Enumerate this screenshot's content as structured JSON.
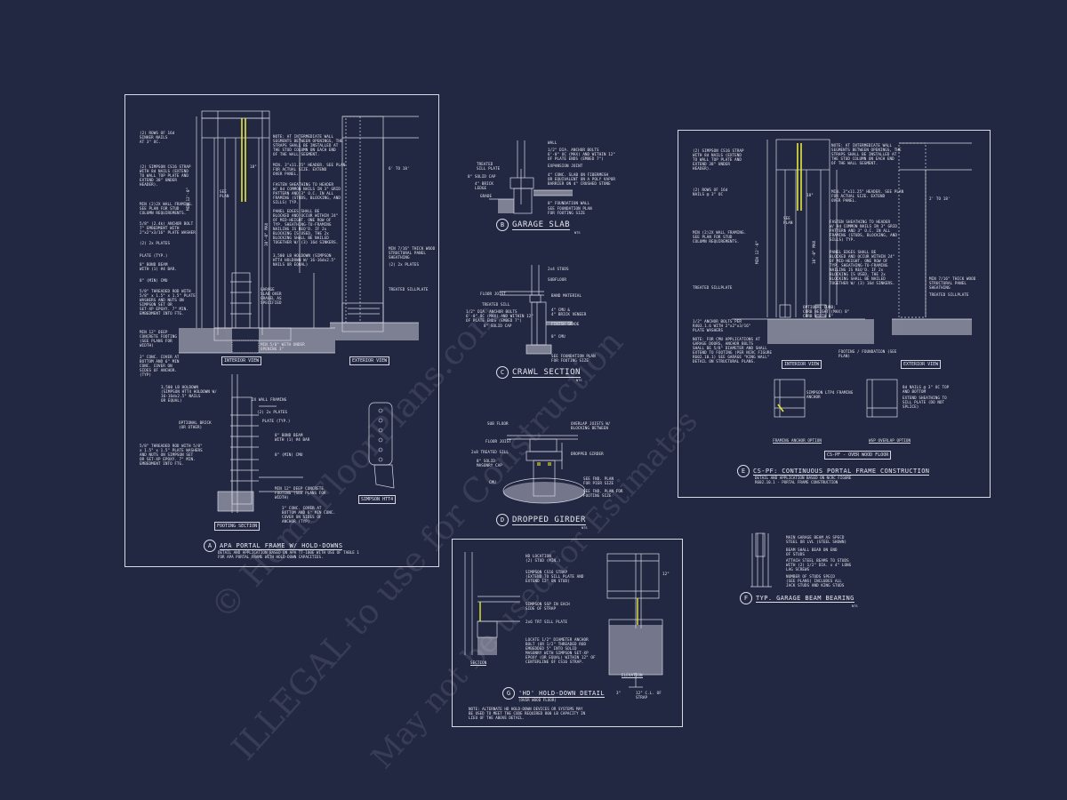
{
  "detail_a": {
    "badge": "A",
    "title": "APA PORTAL FRAME W/ HOLD-DOWNS",
    "subtitle": "DETAIL AND APPLICATION BASED ON APA TT-100E WITH USE OF TABLE 1\nFOR APA PORTAL FRAME WITH HOLD-DOWN CAPACITIES.",
    "interior_view": "INTERIOR VIEW",
    "exterior_view": "EXTERIOR VIEW",
    "footing_section": "FOOTING SECTION",
    "simpson_htt4": "SIMPSON HTT4",
    "notes_left": [
      "(2) ROWS OF 16d\nSINKER NAILS\nAT 3\" OC.",
      "(2) SIMPSON CS16 STRAP\nWITH 8d NAILS (EXTEND\nTO WALL TOP PLATE AND\nEXTEND 38\" UNDER\nHEADER).",
      "MIN (2)2X WALL FRAMING.\nSEE PLAN FOR STUD\nCOLUMN REQUIREMENTS.",
      "5/8\" (2.4k) ANCHOR BOLT\n7\" EMBEDMENT WITH\n2\"x2\"x3/16\" PLATE WASHER.",
      "(2) 2x PLATES",
      "PLATE (TYP.)",
      "8\" BOND BEAM\nWITH (1) #4 BAR.",
      "8\" (MIN) CMU",
      "5/8\" THREADED ROD WITH\n5/8\" x 1.5\" x 1.5\" PLATE\nWASHERS AND NUTS ON\nSIMPSON SET OR\nSET-XP EPOXY. 7\" MIN.\nEMBEDMENT INTO FTG.",
      "MIN 12\" DEEP\nCONCRETE FOOTING\n(SEE PLANS FOR\nWIDTH)",
      "3\" CONC. COVER AT\nBOTTOM AND 6\" MIN\nCONC. COVER ON\nSIDES OF ANCHOR.\n(TYP)"
    ],
    "notes_mid": [
      "NOTE: AT INTERMEDIATE WALL\nSEGMENTS BETWEEN OPENINGS, THE\nSTRAPS SHALL BE INSTALLED AT\nTHE STUD COLUMN ON EACH END\nOF THE WALL SEGMENT.",
      "MIN. 3\"x11.25\" HEADER. SEE PLAN\nFOR ACTUAL SIZE. EXTEND\nOVER PANEL.",
      "FASTEN SHEATHING TO HEADER\nW/ 8d COMMON NAILS IN 3\" GRID\nPATTERN AND 3\" O.C. IN ALL\nFRAMING (STUDS, BLOCKING, AND\nSILLS) TYP.",
      "PANEL EDGES SHALL BE\nBLOCKED AND OCCUR WITHIN 24\"\nOF MID-HEIGHT. ONE ROW OF\nTYP. SHEATHING-TO-FRAMING\nNAILING IS REQ'D. IF 2x\nBLOCKING IS USED, THE 2x\nBLOCKING SHALL BE NAILED\nTOGETHER W/ (3) 16d SINKERS.",
      "3,500 LB HOLDOWN (SIMPSON\nHTT4 HOLDOWN W/ 16-16dx2.5\"\nNAILS OR EQUAL)",
      "GARAGE\nSLAB OVER\nGRAVEL AS\nSPECIFIED",
      "MIN 5/8\" WITH UNDER\nOPENING 3\""
    ],
    "notes_right": [
      "6' TO 18'",
      "MIN 7/16\" THICK WOOD\nSTRUCTURAL PANEL\nSHEATHING",
      "(2) 2x PLATES",
      "TREATED SILLPLATE"
    ],
    "notes_footing": [
      "3,500 LB HOLDOWN\n(SIMPSON HTT4 HOLDOWN W/\n16-16dx2.5\" NAILS\nOR EQUAL)",
      "OPTIONAL BRICK\n(OR OTHER)",
      "5/8\" THREADED ROD WITH 5/8\"\nx 1.5\" x 1.5\" PLATE WASHERS\nAND NUTS ON SIMPSON SET\nOR SET-XP EPOXY. 7\" MIN.\nEMBEDMENT INTO FTG.",
      "2X WALL FRAMING",
      "(2) 2x PLATES",
      "PLATE (TYP.)",
      "8\" BOND BEAM\nWITH (1) #4 BAR",
      "8\" (MIN) CMU",
      "MIN 12\" DEEP CONCRETE\nFOOTING (SEE PLANS FOR\nWIDTH)",
      "3\" CONC. COVER AT\nBOTTOM AND 6\" MIN CONC.\nCOVER ON SIDES OF\nANCHOR (TYP)"
    ],
    "dims": [
      "MIN 12'-0\"",
      "10'-0\" MAX",
      "SEE\nPLAN",
      "18\""
    ]
  },
  "detail_b": {
    "badge": "B",
    "title": "GARAGE SLAB",
    "nts": "NTS",
    "notes": [
      "WALL",
      "1/2\" DIA. ANCHOR BOLTS\n6'-0\" OC (MAX) AND WITHIN 12\"\nOF PLATE ENDS (EMBED 7\")",
      "EXPANSION JOINT",
      "4\" CONC. SLAB ON FIBERMESH\nOR EQUIVALENT ON A POLY VAPOR\nBARRIER ON 4\" CRUSHED STONE",
      "8\" FOUNDATION WALL",
      "SEE FOUNDATION PLAN\nFOR FOOTING SIZE"
    ],
    "left_notes": [
      "TREATED\nSILL PLATE",
      "8\" SOLID CAP",
      "4\" BRICK\nLEDGE",
      "GRADE"
    ]
  },
  "detail_c": {
    "badge": "C",
    "title": "CRAWL SECTION",
    "nts": "NTS",
    "notes": [
      "2x4 STUDS",
      "SUBFLOOR",
      "BAND MATERIAL",
      "4\" CMU &\n4\" BRICK VENEER",
      "FINISH GRADE",
      "8\" CMU",
      "SEE FOUNDATION PLAN\nFOR FOOTING SIZE"
    ],
    "left_notes": [
      "FLOOR JOIST",
      "TREATED SILL",
      "1/2\" DIA. ANCHOR BOLTS\n6'-0\" OC (MAX) AND WITHIN 12\"\nOF PLATE ENDS (EMBED 7\")",
      "8\" SOLID CAP"
    ]
  },
  "detail_d": {
    "badge": "D",
    "title": "DROPPED GIRDER",
    "nts": "NTS",
    "left_notes": [
      "SUB FLOOR",
      "FLOOR JOIST",
      "2x8 TREATED SILL",
      "8\" SOLID\nMASONRY CAP",
      "CMU"
    ],
    "right_notes": [
      "OVERLAP JOISTS W/\nBLOCKING BETWEEN",
      "DROPPED GIRDER",
      "SEE FND. PLAN\nFOR PIER SIZE",
      "SEE FND. PLAN FOR\nFOOTING SIZE"
    ]
  },
  "detail_e": {
    "badge": "E",
    "title": "CS-PF: CONTINUOUS PORTAL FRAME CONSTRUCTION",
    "subtitle": "DETAIL AND APPLICATION BASED ON NCRC FIGURE\nR602.10.1 - PORTAL FRAME CONSTRUCTION",
    "over_wood_floor": "CS-PF - OVER WOOD FLOOR",
    "interior_view": "INTERIOR VIEW",
    "exterior_view": "EXTERIOR VIEW",
    "framing_anchor_option": "FRAMING ANCHOR OPTION",
    "wsp_overlap_option": "WSP OVERLAP OPTION",
    "notes_left": [
      "(2) SIMPSON CS16 STRAP\nWITH 8d NAILS (EXTEND\nTO WALL TOP PLATE AND\nEXTEND 38\" UNDER\nHEADER).",
      "(2) ROWS OF 16d\nNAILS @ 3\" OC",
      "MIN (2)2X WALL FRAMING.\nSEE PLAN FOR STUD\nCOLUMN REQUIREMENTS.",
      "TREATED SILLPLATE",
      "1/2\" ANCHOR BOLTS PER\nR403.1.6 WITH 2\"x2\"x3/16\"\nPLATE WASHERS",
      "NOTE: FOR CMU APPLICATIONS AT\nGARAGE DOORS, ANCHOR BOLTS\nSHALL BE 5/8\" DIAMETER AND SHALL\nEXTEND TO FOOTING (PER NCRC FIGURE\nR602.10.1) SEE GARAGE \"KING WALL\"\nDETAIL ON STRUCTURAL PLANS."
    ],
    "notes_mid": [
      "NOTE: AT INTERMEDIATE WALL\nSEGMENTS BETWEEN OPENINGS, THE\nSTRAPS SHALL BE INSTALLED AT\nTHE STUD COLUMN ON EACH END\nOF THE WALL SEGMENT.",
      "MIN. 3\"x11.25\" HEADER. SEE PLAN\nFOR ACTUAL SIZE. EXTEND\nOVER PANEL.",
      "FASTEN SHEATHING TO HEADER\nW/ 8d COMMON NAILS IN 3\" GRID\nPATTERN AND 3\" O.C. IN ALL\nFRAMING (STUDS, BLOCKING, AND\nSILLS) TYP.",
      "PANEL EDGES SHALL BE\nBLOCKED AND OCCUR WITHIN 24\"\nOF MID-HEIGHT. ONE ROW OF\nTYP. SHEATHING-TO-FRAMING\nNAILING IS REQ'D. IF 2x\nBLOCKING IS USED, THE 2x\nBLOCKING SHALL BE NAILED\nTOGETHER W/ (3) 16d SINKERS.",
      "OPTIONAL CURB;\nCURB HEIGHT (MAX) 8\"\nCURB WIDTH 6\"",
      "FOOTING / FOUNDATION (SEE\nPLAN)"
    ],
    "notes_right": [
      "2' TO 18'",
      "MIN 7/16\" THICK WOOD\nSTRUCTURAL PANEL\nSHEATHING",
      "TREATED SILLPLATE"
    ],
    "option_notes": [
      "SIMPSON LTP4 FRAMING\nANCHOR",
      "8d NAILS @ 3\" OC TOP\nAND BOTTOM",
      "EXTEND SHEATHING TO\nSILL PLATE (DO NOT\nSPLICE)"
    ],
    "dims": [
      "MIN 12'-0\"",
      "10'-0\" MAX",
      "SEE\nPLAN",
      "18\""
    ]
  },
  "detail_f": {
    "badge": "F",
    "title": "TYP. GARAGE BEAM BEARING",
    "nts": "NTS",
    "notes": [
      "MAIN GARAGE BEAM AS SPECD\nSTEEL OR LVL (STEEL SHOWN)",
      "BEAM SHALL BEAR ON END\nOF STUDS",
      "ATTACH STEEL BEAMS TO STUDS\nWITH (2) 1/2\" DIA. x 4\" LONG\nLAG SCREWS",
      "NUMBER OF STUDS SPECD\n(SEE PLANS) INCLUDES ALL\nJACK STUDS AND KING STUDS"
    ]
  },
  "detail_g": {
    "badge": "G",
    "title": "'HD' HOLD-DOWN DETAIL",
    "subtitle": "(OVER WOOD FLOOR)",
    "note": "NOTE: ALTERNATE HD HOLD-DOWN DEVICES OR SYSTEMS MAY\nBE USED TO MEET THE CODE REQUIRED 800 LB CAPACITY IN\nLIEU OF THE ABOVE DETAIL.",
    "section": "SECTION",
    "elevation": "ELEVATION",
    "notes": [
      "HD LOCATION\n(2) STUD (MIN.)",
      "SIMPSON CS16 STRAP\n(EXTEND TO SILL PLATE AND\nEXTEND 12\" ON STUD)",
      "SIMPSON SSP IN EACH\nSIDE OF STRAP",
      "2x6 TRT SILL PLATE",
      "LOCATE 1/2\" DIAMETER ANCHOR\nBOLT (OR 1/2\" THREADED ROD\nEMBEDDED 5\" INTO SOLID\nMASONRY WITH SIMPSON SET-XP\nEPOXY (OR EQUAL) WITHIN 12\" OF\nCENTERLINE OF CS16 STRAP."
    ],
    "dims": [
      "12\"",
      "3\"",
      "12\" C.L. OF\nSTRAP"
    ]
  },
  "watermarks": [
    "© HomeFloorPlans.com",
    "ILLEGAL to use for Construction",
    "May not be used for Estimates"
  ],
  "colors": {
    "background": "#232842",
    "line": "#d8d8e4",
    "highlight": "#e6e63a"
  }
}
